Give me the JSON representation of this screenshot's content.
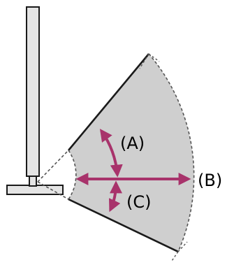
{
  "diagram": {
    "labels": {
      "a": "(A)",
      "b": "(B)",
      "c": "(C)"
    },
    "colors": {
      "sector_fill": "#cfcfcf",
      "outline": "#1a1a1a",
      "arrow": "#a8336b",
      "dashed": "#555555"
    }
  }
}
